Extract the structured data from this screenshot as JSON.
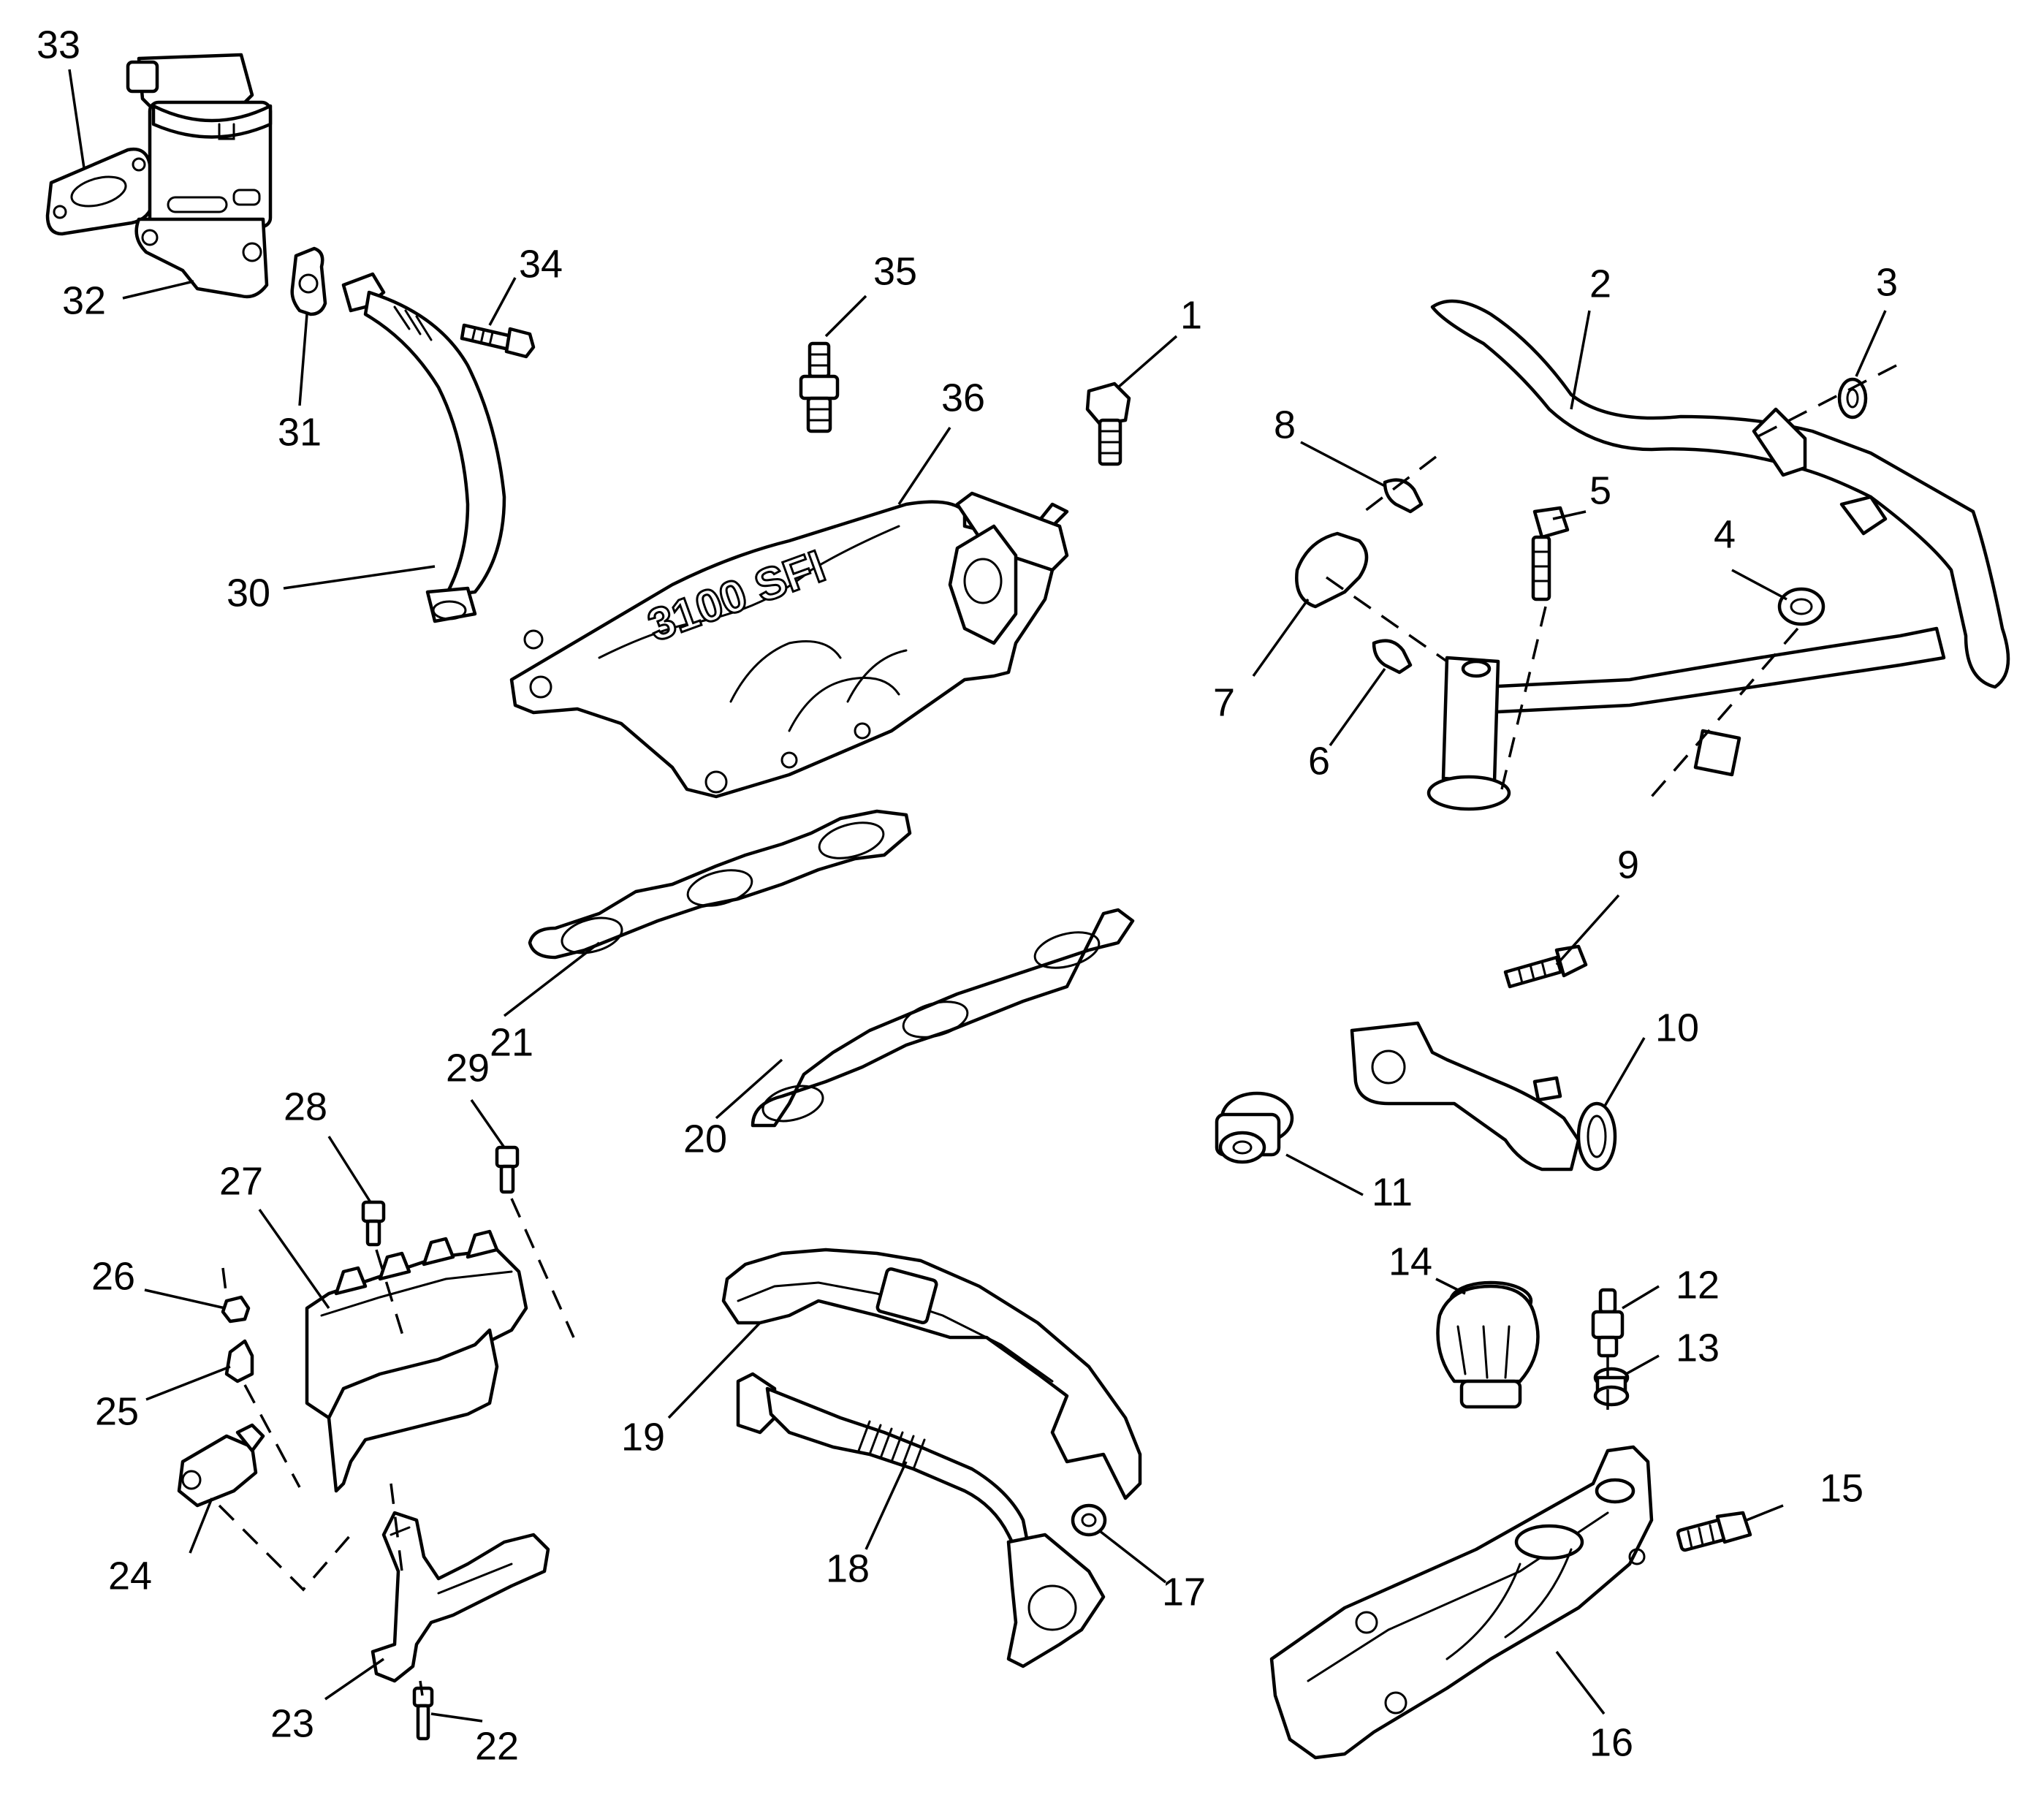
{
  "diagram": {
    "type": "exploded-parts-view",
    "manifold_marking": "3100 SFI",
    "callouts": [
      {
        "id": "c1",
        "label": "1"
      },
      {
        "id": "c2",
        "label": "2"
      },
      {
        "id": "c3",
        "label": "3"
      },
      {
        "id": "c4",
        "label": "4"
      },
      {
        "id": "c5",
        "label": "5"
      },
      {
        "id": "c6",
        "label": "6"
      },
      {
        "id": "c7",
        "label": "7"
      },
      {
        "id": "c8",
        "label": "8"
      },
      {
        "id": "c9",
        "label": "9"
      },
      {
        "id": "c10",
        "label": "10"
      },
      {
        "id": "c11",
        "label": "11"
      },
      {
        "id": "c12",
        "label": "12"
      },
      {
        "id": "c13",
        "label": "13"
      },
      {
        "id": "c14",
        "label": "14"
      },
      {
        "id": "c15",
        "label": "15"
      },
      {
        "id": "c16",
        "label": "16"
      },
      {
        "id": "c17",
        "label": "17"
      },
      {
        "id": "c18",
        "label": "18"
      },
      {
        "id": "c19",
        "label": "19"
      },
      {
        "id": "c20",
        "label": "20"
      },
      {
        "id": "c21",
        "label": "21"
      },
      {
        "id": "c22",
        "label": "22"
      },
      {
        "id": "c23",
        "label": "23"
      },
      {
        "id": "c24",
        "label": "24"
      },
      {
        "id": "c25",
        "label": "25"
      },
      {
        "id": "c26",
        "label": "26"
      },
      {
        "id": "c27",
        "label": "27"
      },
      {
        "id": "c28",
        "label": "28"
      },
      {
        "id": "c29",
        "label": "29"
      },
      {
        "id": "c30",
        "label": "30"
      },
      {
        "id": "c31",
        "label": "31"
      },
      {
        "id": "c32",
        "label": "32"
      },
      {
        "id": "c33",
        "label": "33"
      },
      {
        "id": "c34",
        "label": "34"
      },
      {
        "id": "c35",
        "label": "35"
      },
      {
        "id": "c36",
        "label": "36"
      }
    ]
  }
}
